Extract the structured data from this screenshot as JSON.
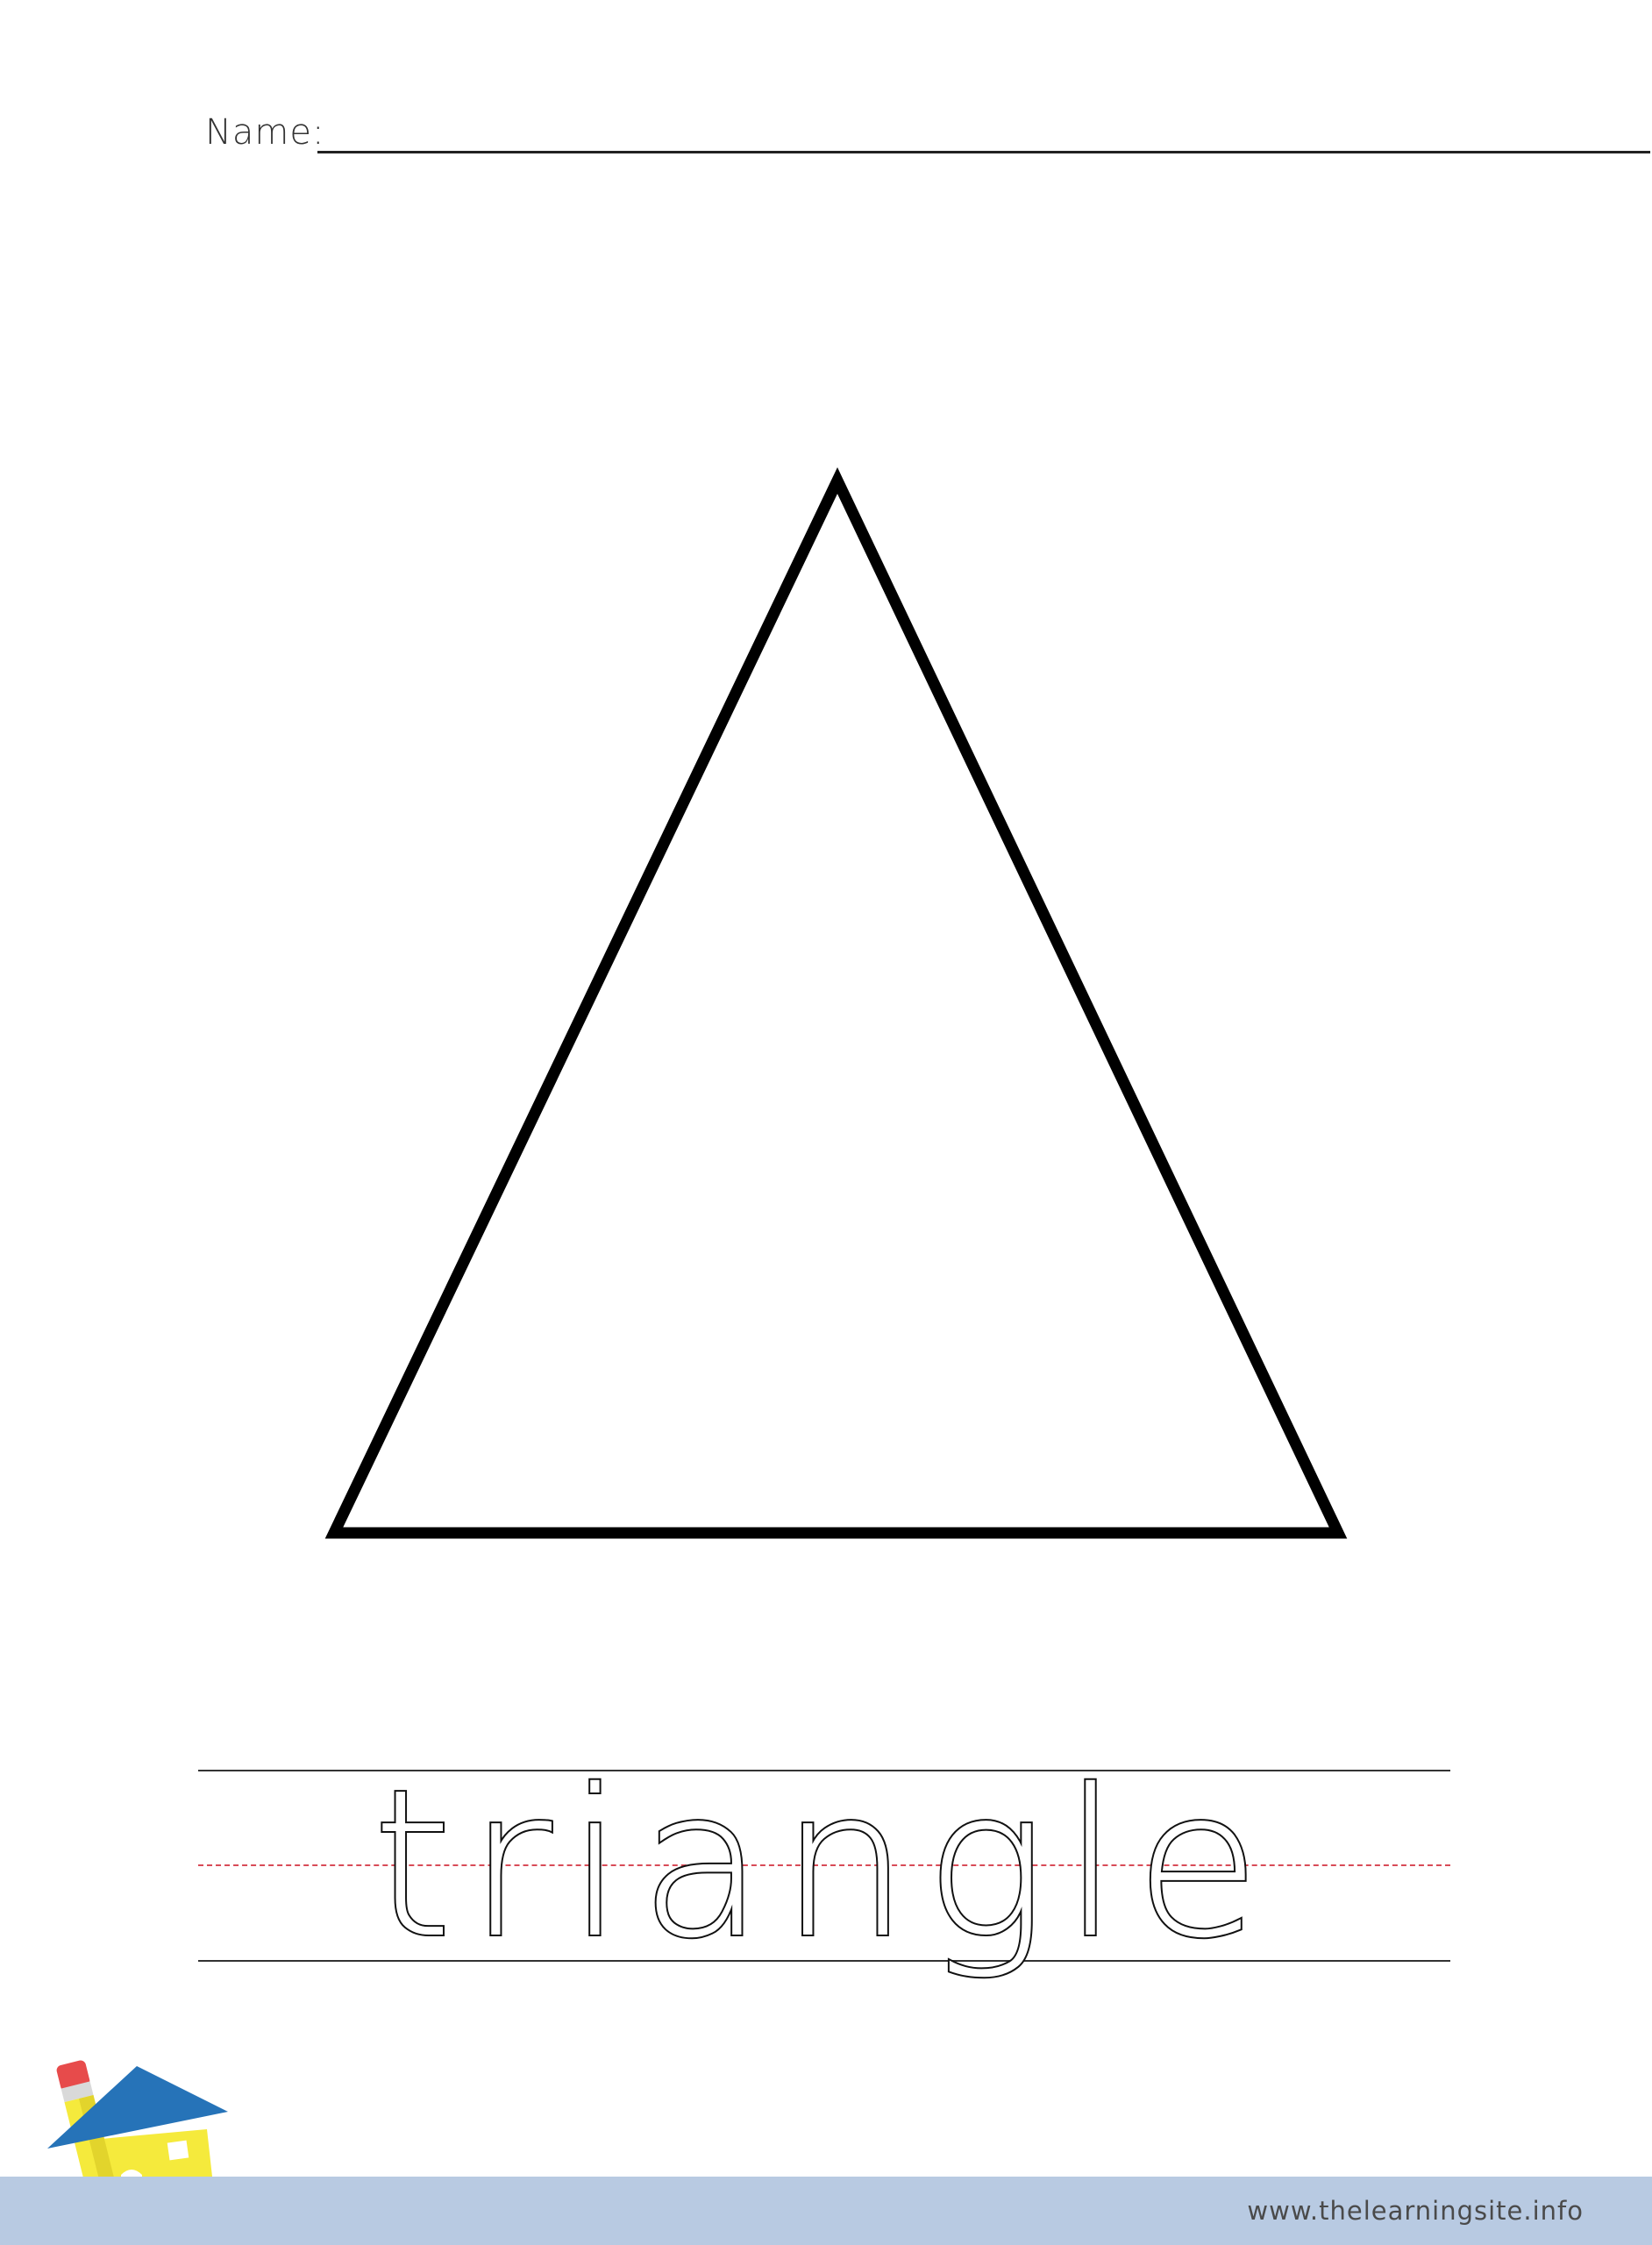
{
  "header": {
    "name_label": "Name:"
  },
  "shape": {
    "icon": "triangle-outline",
    "stroke_color": "#000000"
  },
  "tracing": {
    "word": "triangle",
    "guide_color": "#d84b57"
  },
  "footer": {
    "url": "www.thelearningsite.info",
    "background": "#b8cae2"
  },
  "logo": {
    "icon": "pencil-house-logo"
  }
}
